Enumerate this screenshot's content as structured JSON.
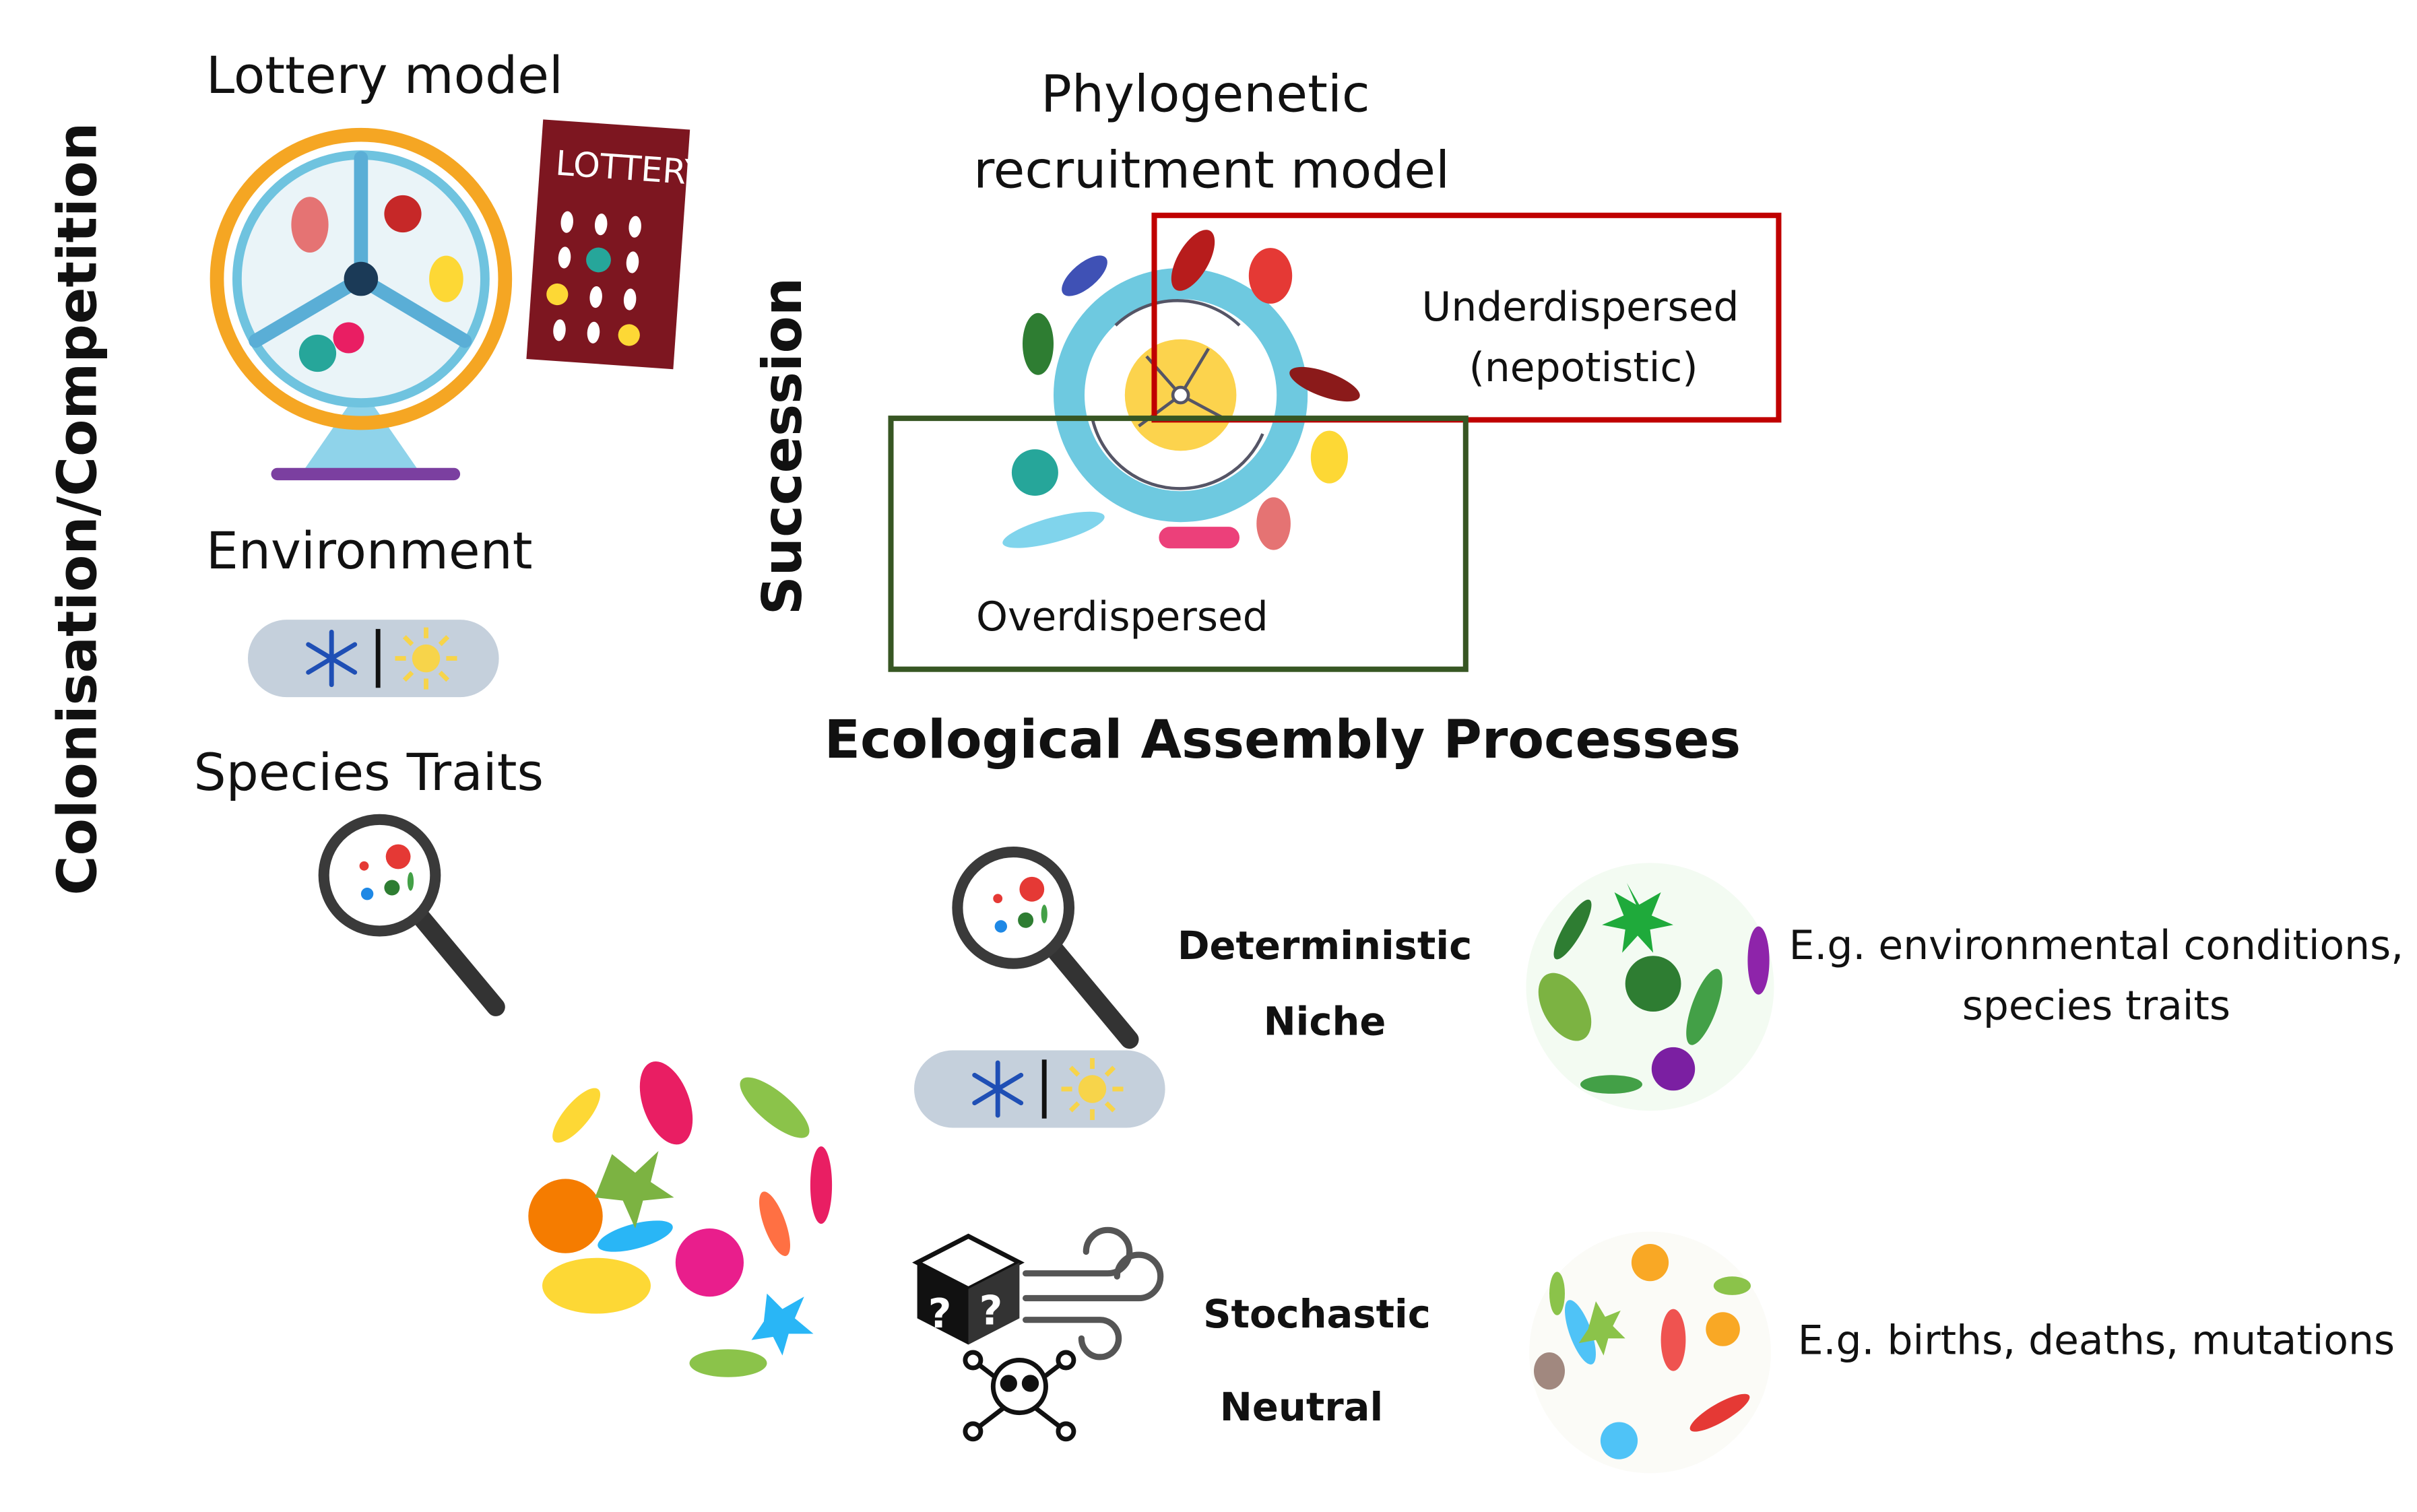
{
  "left_panel": {
    "vertical_label": "Colonisation/Competition",
    "lottery_title": "Lottery model",
    "lottery_ticket_text": "LOTTERY",
    "environment_title": "Environment",
    "species_traits_title": "Species Traits"
  },
  "phylo_panel": {
    "title_line1": "Phylogenetic",
    "title_line2": "recruitment model",
    "vertical_label": "Succession",
    "underdispersed_line1": "Underdispersed",
    "underdispersed_line2": "(nepotistic)",
    "overdispersed": "Overdispersed",
    "underdispersed_box_color": "#c00000",
    "overdispersed_box_color": "#375623"
  },
  "processes": {
    "title": "Ecological Assembly Processes",
    "deterministic": {
      "label1": "Deterministic",
      "label2": "Niche",
      "example_line1": "E.g. environmental conditions,",
      "example_line2": "species traits"
    },
    "stochastic": {
      "label1": "Stochastic",
      "label2": "Neutral",
      "example": "E.g. births, deaths, mutations"
    }
  }
}
